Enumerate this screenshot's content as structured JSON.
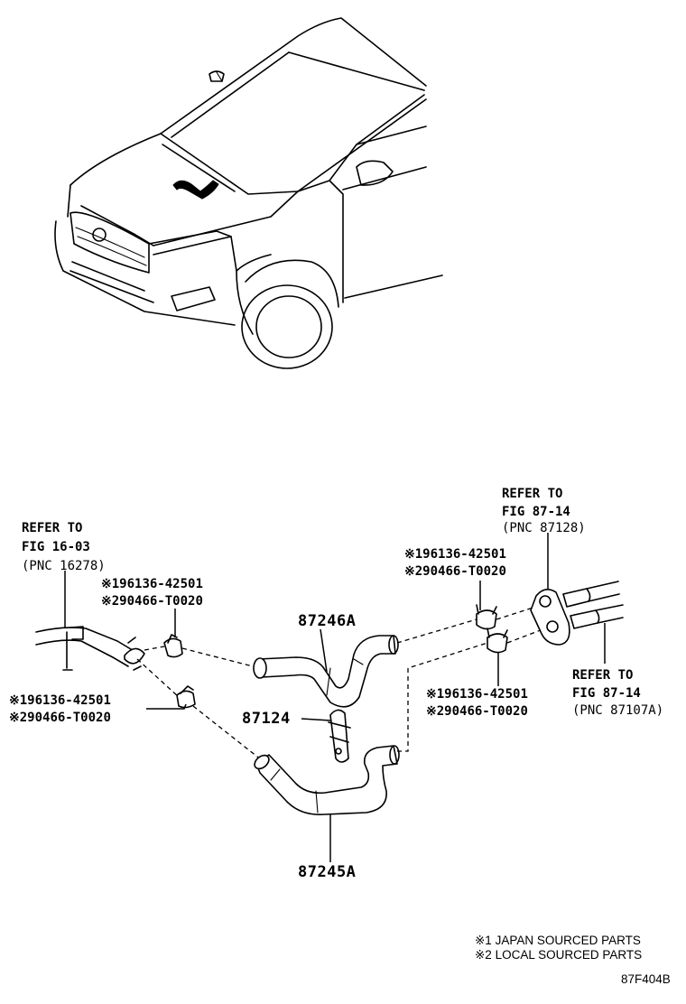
{
  "figure_code": "87F404B",
  "callouts": {
    "refer_left": {
      "line1": "REFER TO",
      "line2": "FIG 16-03",
      "line3": "(PNC 16278)"
    },
    "refer_top_right": {
      "line1": "REFER TO",
      "line2": "FIG 87-14",
      "line3": "(PNC 87128)"
    },
    "refer_right": {
      "line1": "REFER TO",
      "line2": "FIG 87-14",
      "line3": "(PNC 87107A)"
    }
  },
  "clamp_parts": {
    "top_left": {
      "line1": "※196136-42501",
      "line2": "※290466-T0020"
    },
    "mid_left": {
      "line1": "※196136-42501",
      "line2": "※290466-T0020"
    },
    "top_right": {
      "line1": "※196136-42501",
      "line2": "※290466-T0020"
    },
    "mid_right": {
      "line1": "※196136-42501",
      "line2": "※290466-T0020"
    }
  },
  "part_numbers": {
    "upper_hose": "87246A",
    "clamp_bracket": "87124",
    "lower_hose": "87245A"
  },
  "legend": {
    "note1": "※1 JAPAN SOURCED PARTS",
    "note2": "※2 LOCAL SOURCED PARTS"
  }
}
